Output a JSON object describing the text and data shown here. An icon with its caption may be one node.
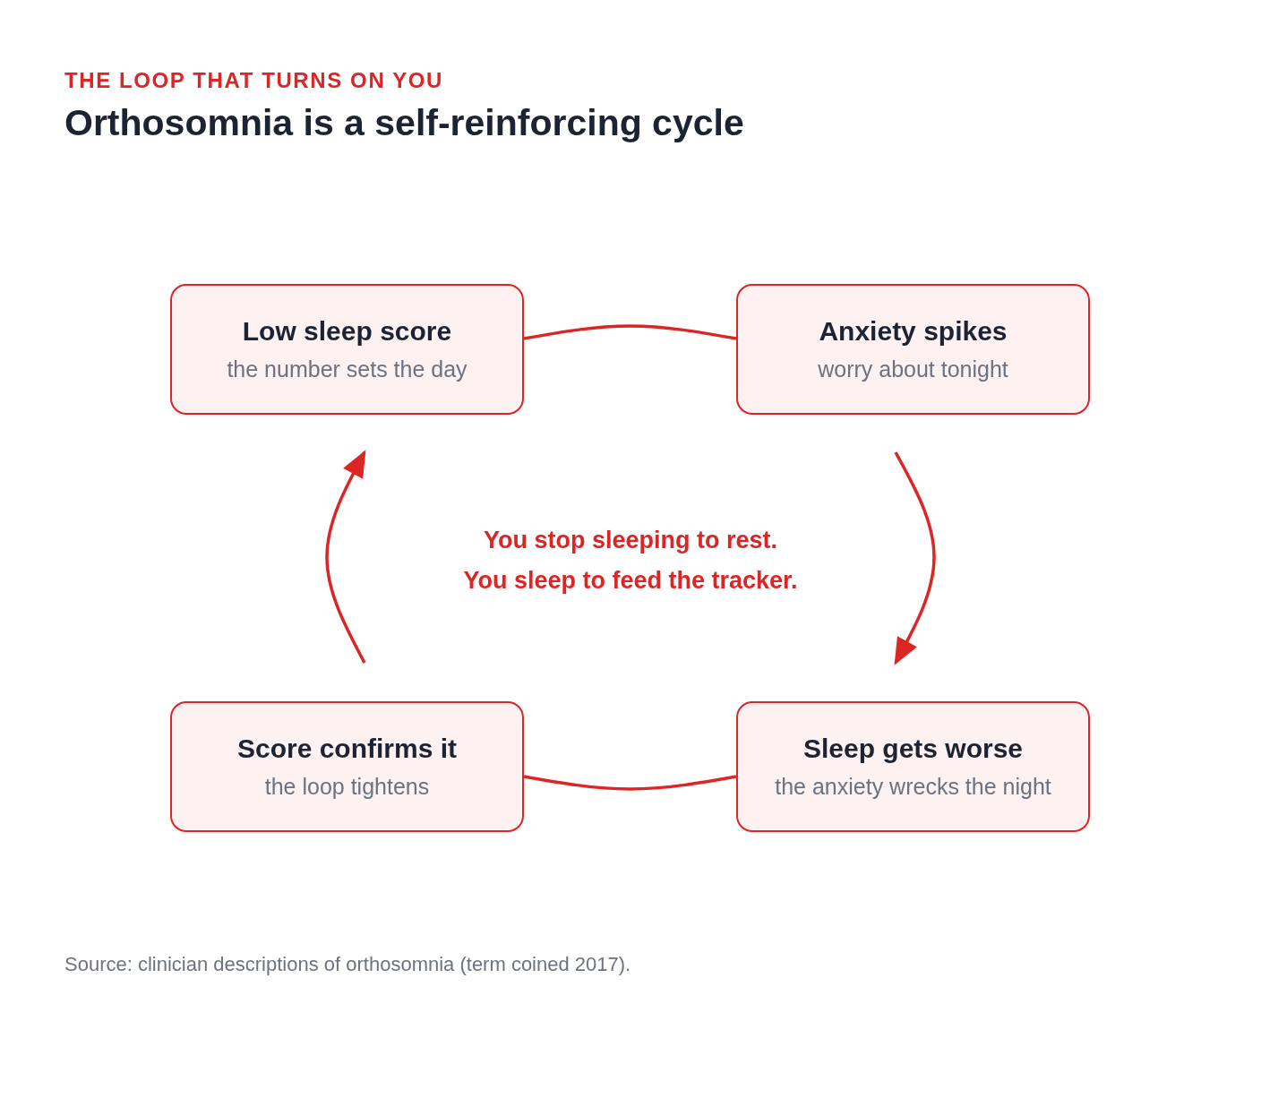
{
  "diagram": {
    "title": "Orthosomnia is a self-reinforcing cycle",
    "caption": "Source: clinician descriptions of orthosomnia (term coined 2017).",
    "nodes": [
      {
        "text": [
          "Low sleep score",
          "the number sets the day"
        ]
      },
      {
        "text": [
          "Anxiety spikes",
          "worry about tonight"
        ]
      },
      {
        "text": [
          "Score confirms it",
          "the loop tightens"
        ]
      },
      {
        "text": [
          "Sleep gets worse",
          "the anxiety wrecks the night"
        ]
      }
    ],
    "edges": [
      {
        "from": 0,
        "to": 1,
        "arrow": "none"
      },
      {
        "from": 1,
        "to": 3,
        "arrow": "to"
      },
      {
        "from": 3,
        "to": 2,
        "arrow": "none"
      },
      {
        "from": 2,
        "to": 0,
        "arrow": "to"
      }
    ],
    "labels": [
      "THE LOOP THAT TURNS ON YOU",
      "You stop sleeping to rest.",
      "You sleep to feed the tracker."
    ]
  }
}
